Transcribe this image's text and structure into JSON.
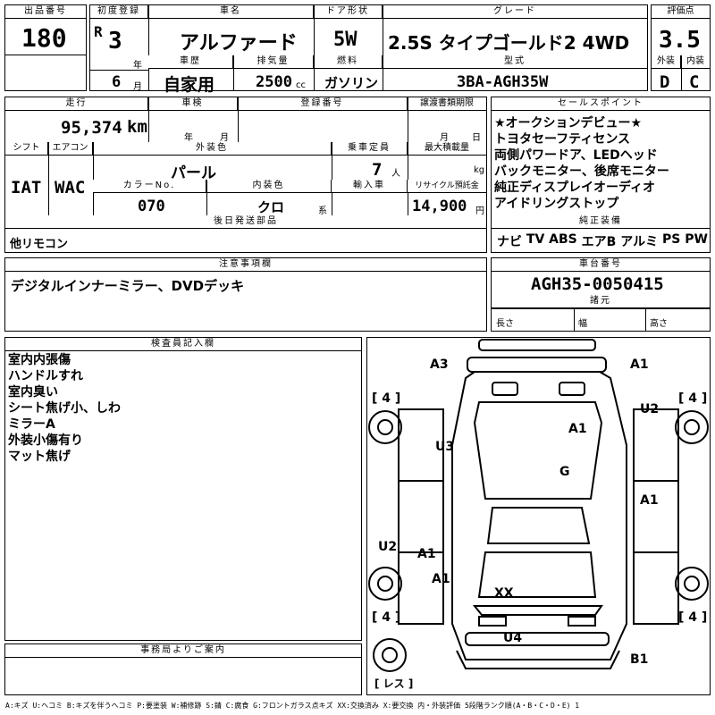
{
  "header": {
    "lot_label": "出品番号",
    "lot_value": "180",
    "first_reg_label": "初度登録",
    "era": "R",
    "year": "3",
    "year_unit": "年",
    "month": "6",
    "month_unit": "月",
    "name_label": "車名",
    "name_value": "アルファード",
    "doors_label": "ドア形状",
    "doors_value": "5W",
    "grade_label": "グレード",
    "grade_value": "2.5S タイプゴールド2 4WD",
    "score_label": "評価点",
    "score_value": "3.5",
    "history_label": "車歴",
    "history_value": "自家用",
    "displacement_label": "排気量",
    "displacement_value": "2500",
    "displacement_unit": "cc",
    "fuel_label": "燃料",
    "fuel_value": "ガソリン",
    "model_label": "型式",
    "model_value": "3BA-AGH35W",
    "exterior_label": "外装",
    "exterior_value": "D",
    "interior_label": "内装",
    "interior_value": "C"
  },
  "row2": {
    "mileage_label": "走行",
    "mileage_value": "95,374",
    "mileage_unit": "km",
    "inspection_label": "車検",
    "inspection_year_unit": "年",
    "inspection_month_unit": "月",
    "regno_label": "登録番号",
    "transfer_label": "譲渡書類期限",
    "transfer_month_unit": "月",
    "transfer_day_unit": "日",
    "shift_label": "シフト",
    "shift_value": "IAT",
    "ac_label": "エアコン",
    "ac_value": "WAC",
    "color_label": "外装色",
    "color_value": "パール",
    "capacity_label": "乗車定員",
    "capacity_value": "7",
    "capacity_unit": "人",
    "load_label": "最大積載量",
    "load_unit": "kg",
    "colorno_label": "カラーNo.",
    "colorno_value": "070",
    "interior_color_label": "内装色",
    "interior_color_value": "クロ",
    "interior_color_unit": "系",
    "import_label": "輸入車",
    "recycle_label": "リサイクル預託金",
    "recycle_value": "14,900",
    "recycle_unit": "円",
    "later_label": "後日発送部品",
    "later_value": "他リモコン"
  },
  "sales_points": {
    "label": "セールスポイント",
    "items": [
      "★オークションデビュー★",
      "トヨタセーフティセンス",
      "両側パワードア、LEDヘッド",
      "バックモニター、後席モニター",
      "純正ディスプレイオーディオ",
      "アイドリングストップ"
    ]
  },
  "equipment": {
    "label": "純正装備",
    "items": [
      "ナビ",
      "TV",
      "ABS",
      "エアB",
      "アルミ",
      "PS",
      "PW"
    ]
  },
  "notes": {
    "label": "注意事項欄",
    "value": "デジタルインナーミラー、DVDデッキ"
  },
  "chassis": {
    "label": "車台番号",
    "value": "AGH35-0050415",
    "dims_label": "諸元",
    "length_label": "長さ",
    "width_label": "幅",
    "height_label": "高さ"
  },
  "inspector": {
    "label": "検査員記入欄",
    "items": [
      "室内内張傷",
      "ハンドルすれ",
      "室内臭い",
      "シート焦げ小、しわ",
      "ミラーA",
      "外装小傷有り",
      "マット焦げ"
    ]
  },
  "office": {
    "label": "事務局よりご案内"
  },
  "diagram": {
    "tires": [
      "4",
      "4",
      "4",
      "4"
    ],
    "spare": "レス",
    "marks": [
      "A3",
      "A1",
      "U2",
      "U3",
      "A1",
      "G",
      "A1",
      "U2",
      "A1",
      "A1",
      "XX",
      "U4",
      "B1"
    ]
  },
  "legend": "A:キズ U:ヘコミ B:キズを伴うヘコミ P:要塗装 W:補修跡 S:錆 C:腐食 G:フロントガラス点キズ XX:交換済み X:要交換 内・外装評価 5段階ランク順(A・B・C・D・E) 1"
}
